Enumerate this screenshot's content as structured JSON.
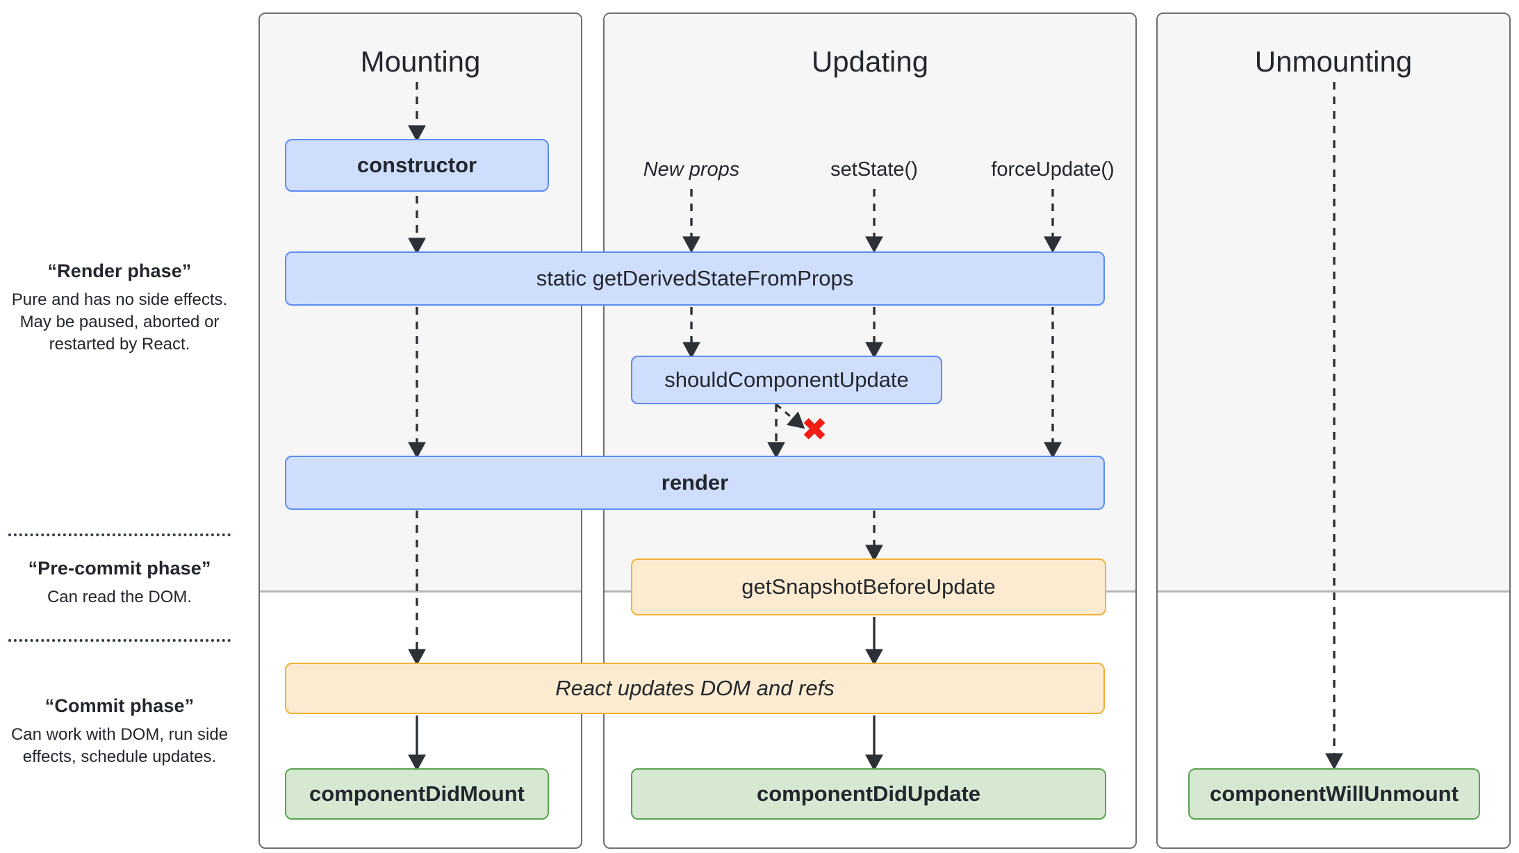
{
  "legend": [
    {
      "title": "“Render phase”",
      "description": "Pure and has no side effects. May be paused, aborted or restarted by React."
    },
    {
      "title": "“Pre-commit phase”",
      "description": "Can read the DOM."
    },
    {
      "title": "“Commit phase”",
      "description": "Can work with DOM, run side effects, schedule updates."
    }
  ],
  "panels": {
    "mounting": {
      "title": "Mounting"
    },
    "updating": {
      "title": "Updating"
    },
    "unmounting": {
      "title": "Unmounting"
    }
  },
  "triggers": {
    "new_props": "New props",
    "set_state": "setState()",
    "force_update": "forceUpdate()"
  },
  "nodes": {
    "constructor": "constructor",
    "get_derived_state_from_props": "static getDerivedStateFromProps",
    "should_component_update": "shouldComponentUpdate",
    "render": "render",
    "get_snapshot_before_update": "getSnapshotBeforeUpdate",
    "react_updates_dom_and_refs": "React updates DOM and refs",
    "component_did_mount": "componentDidMount",
    "component_did_update": "componentDidUpdate",
    "component_will_unmount": "componentWillUnmount"
  },
  "markers": {
    "skip_render": "✖"
  },
  "colors": {
    "blue_fill": "#d0defd",
    "blue_border": "#5b8cf0",
    "orange_fill": "#fcebd0",
    "orange_border": "#f2b135",
    "green_fill": "#d6e8d1",
    "green_border": "#5aa352",
    "panel_shade": "#f6f6f6",
    "panel_border": "#6f6f6f",
    "text": "#22272e",
    "skip_marker": "#f01e14"
  }
}
